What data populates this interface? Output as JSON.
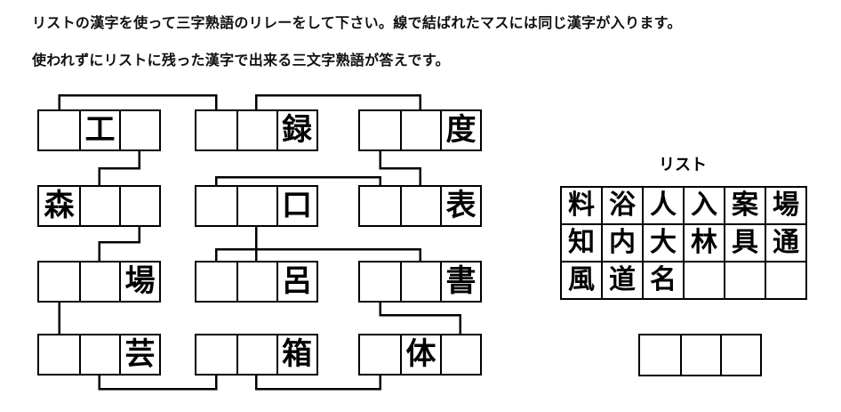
{
  "instructions": {
    "line1": "リストの漢字を使って三字熟語のリレーをして下さい。線で結ばれたマスには同じ漢字が入ります。",
    "line2": "使われずにリストに残った漢字で出来る三文字熟語が答えです。"
  },
  "puzzle": {
    "boxes": [
      {
        "id": "A1",
        "cells": [
          "",
          "工",
          ""
        ]
      },
      {
        "id": "B1",
        "cells": [
          "",
          "",
          "録"
        ]
      },
      {
        "id": "C1",
        "cells": [
          "",
          "",
          "度"
        ]
      },
      {
        "id": "A2",
        "cells": [
          "森",
          "",
          ""
        ]
      },
      {
        "id": "B2",
        "cells": [
          "",
          "",
          "口"
        ]
      },
      {
        "id": "C2",
        "cells": [
          "",
          "",
          "表"
        ]
      },
      {
        "id": "A3",
        "cells": [
          "",
          "",
          "場"
        ]
      },
      {
        "id": "B3",
        "cells": [
          "",
          "",
          "呂"
        ]
      },
      {
        "id": "C3",
        "cells": [
          "",
          "",
          "書"
        ]
      },
      {
        "id": "A4",
        "cells": [
          "",
          "",
          "芸"
        ]
      },
      {
        "id": "B4",
        "cells": [
          "",
          "",
          "箱"
        ]
      },
      {
        "id": "C4",
        "cells": [
          "",
          "体",
          ""
        ]
      }
    ],
    "connectors": [
      {
        "from": "A1.1",
        "to": "B1.1"
      },
      {
        "from": "B1.2",
        "to": "C1.2"
      },
      {
        "from": "A1.3",
        "to": "A2.2"
      },
      {
        "from": "C1.1",
        "to": "C2.2"
      },
      {
        "from": "B2.1",
        "to": "C2.1"
      },
      {
        "from": "A2.3",
        "to": "A3.2"
      },
      {
        "from": "B2.2",
        "to": "B3.2"
      },
      {
        "from": "B3.1",
        "to": "C3.2"
      },
      {
        "from": "A3.1",
        "to": "A4.1"
      },
      {
        "from": "C3.1",
        "to": "C4.3"
      },
      {
        "from": "A4.2",
        "to": "B4.1"
      },
      {
        "from": "B4.2",
        "to": "C4.1"
      }
    ],
    "line_color": "#000000"
  },
  "list": {
    "title": "リスト",
    "rows": [
      [
        "料",
        "浴",
        "人",
        "入",
        "案",
        "場"
      ],
      [
        "知",
        "内",
        "大",
        "林",
        "具",
        "通"
      ],
      [
        "風",
        "道",
        "名",
        "",
        "",
        ""
      ]
    ]
  },
  "answer_box": {
    "cells": [
      "",
      "",
      ""
    ]
  }
}
